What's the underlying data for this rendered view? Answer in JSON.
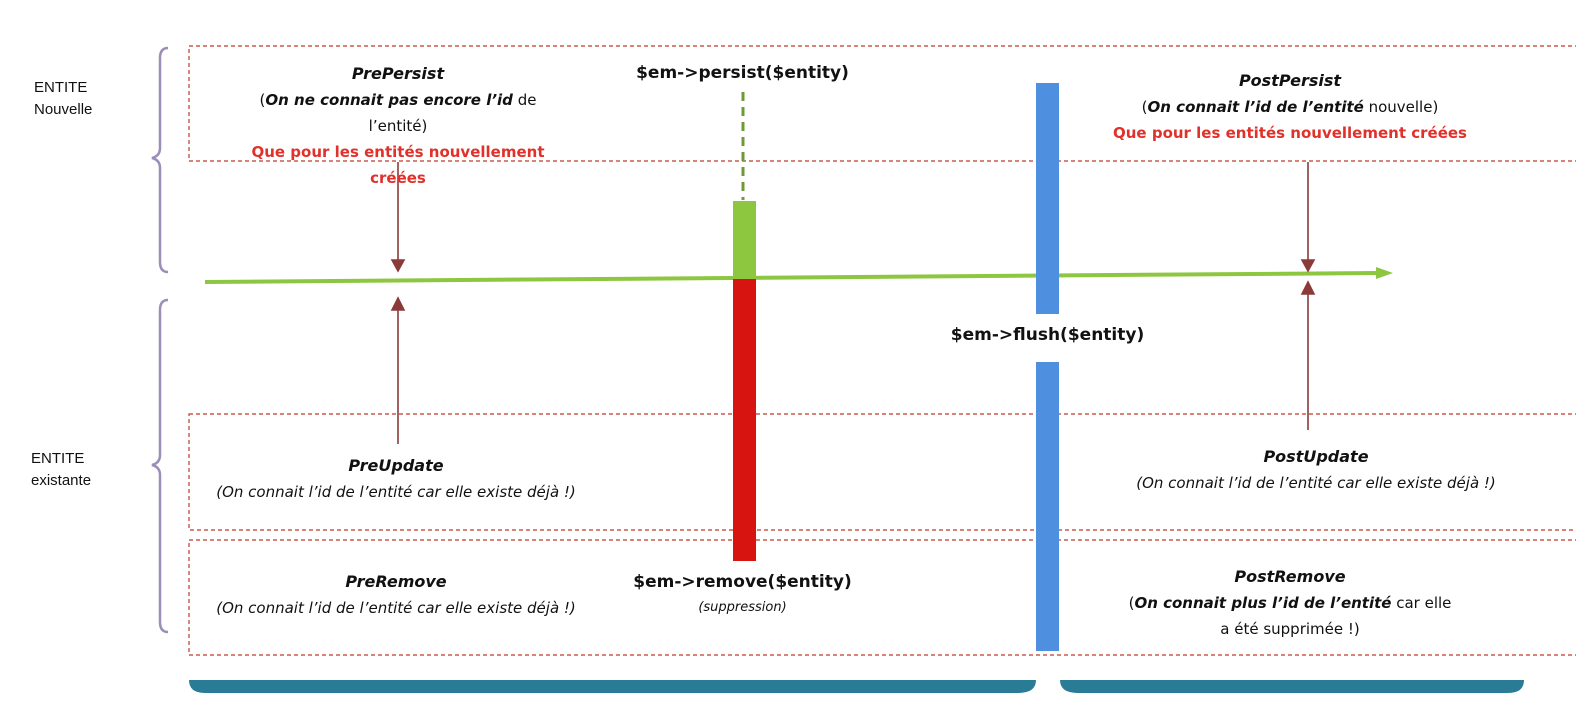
{
  "side_labels": {
    "new_entity": [
      "ENTITE",
      "Nouvelle"
    ],
    "existing_entity": [
      "ENTITE",
      "existante"
    ]
  },
  "hooks": {
    "pre_persist": {
      "title": "PrePersist",
      "desc_open": "(",
      "desc_strong": "On ne connait pas encore l’id",
      "desc_rest": " de l’entité)",
      "note": "Que pour les entités nouvellement créées"
    },
    "post_persist": {
      "title": "PostPersist",
      "desc_open": "(",
      "desc_strong": "On connait l’id de l’entité",
      "desc_rest": " nouvelle)",
      "note": "Que pour les entités nouvellement créées"
    },
    "pre_update": {
      "title": "PreUpdate",
      "desc": "(On connait l’id de l’entité car elle existe déjà !)"
    },
    "post_update": {
      "title": "PostUpdate",
      "desc": "(On connait l’id de l’entité car elle existe déjà !)"
    },
    "pre_remove": {
      "title": "PreRemove",
      "desc": "(On connait l’id de l’entité car elle existe déjà !)"
    },
    "post_remove": {
      "title": "PostRemove",
      "desc_open": "(",
      "desc_strong": "On connait plus l’id de l’entité",
      "desc_rest": " car elle",
      "desc_line2": "a été supprimée !)"
    }
  },
  "calls": {
    "persist": "$em->persist($entity)",
    "flush": "$em->flush($entity)",
    "remove": "$em->remove($entity)",
    "remove_sub": "(suppression)"
  },
  "colors": {
    "timeline": "#8dc63f",
    "persist_bar": "#8dc63f",
    "remove_bar": "#d7140f",
    "flush_bar": "#4f8fdf",
    "arrow": "#8b3a3a",
    "dashed_box": "#c0392b",
    "brace": "#9b8fb8",
    "bottom_bracket": "#2a7c96",
    "note_red": "#e0312b"
  }
}
